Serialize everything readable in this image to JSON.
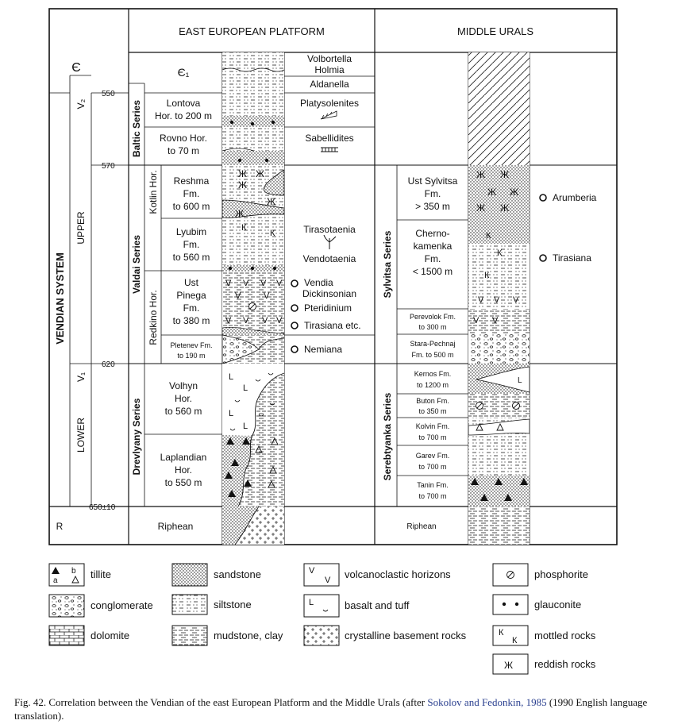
{
  "headers": {
    "platform": "EAST EUROPEAN PLATFORM",
    "urals": "MIDDLE URALS"
  },
  "system": {
    "cambrian_symbol": "Є",
    "vendian": "VENDIAN SYSTEM",
    "upper": "UPPER",
    "lower": "LOWER",
    "v2": "V₂",
    "v1": "V₁",
    "r": "R"
  },
  "ages": [
    "550",
    "570",
    "620",
    "650±10"
  ],
  "series": {
    "baltic": "Baltic Series",
    "valdai": "Valdai Series",
    "drevlyany": "Drevlyany Series",
    "sylvitsa": "Sylvitsa Series",
    "serebtyanka": "Serebtyanka Series"
  },
  "horizons": {
    "kotlin": "Kotlin Hor.",
    "redkino": "Redkino Hor."
  },
  "platform_units": {
    "cambrian": "Є₁",
    "lontova_1": "Lontova",
    "lontova_2": "Hor. to 200 m",
    "rovno_1": "Rovno Hor.",
    "rovno_2": "to 70 m",
    "reshma_1": "Reshma",
    "reshma_2": "Fm.",
    "reshma_3": "to 600 m",
    "lyubim_1": "Lyubim",
    "lyubim_2": "Fm.",
    "lyubim_3": "to 560 m",
    "ustp_1": "Ust",
    "ustp_2": "Pinega",
    "ustp_3": "Fm.",
    "ustp_4": "to 380 m",
    "pletenev_1": "Pletenev Fm.",
    "pletenev_2": "to 190 m",
    "volhyn_1": "Volhyn",
    "volhyn_2": "Hor.",
    "volhyn_3": "to 560 m",
    "lapland_1": "Laplandian",
    "lapland_2": "Hor.",
    "lapland_3": "to 550 m",
    "riphean": "Riphean"
  },
  "fossils": {
    "volbortella": "Volbortella",
    "holmia": "Holmia",
    "aldanella": "Aldanella",
    "platysolenites": "Platysolenites",
    "sabellidites": "Sabellidites",
    "tirasotaenia": "Tirasotaenia",
    "vendotaenia": "Vendotaenia",
    "vendia": "Vendia",
    "dickinsonian": "Dickinsonian",
    "pteridinium": "Pteridinium",
    "tirasiana_etc": "Tirasiana etc.",
    "nemiana": "Nemiana",
    "arumberia": "Arumberia",
    "tirasiana": "Tirasiana"
  },
  "urals_units": {
    "ust_1": "Ust Sylvitsa",
    "ust_2": "Fm.",
    "ust_3": "> 350 m",
    "chern_1": "Cherno-",
    "chern_2": "kamenka",
    "chern_3": "Fm.",
    "chern_4": "< 1500 m",
    "perevolok_1": "Perevolok Fm.",
    "perevolok_2": "to 300 m",
    "stara_1": "Stara-Pechnaj",
    "stara_2": "Fm. to 500 m",
    "kernos_1": "Kernos Fm.",
    "kernos_2": "to 1200 m",
    "buton_1": "Buton Fm.",
    "buton_2": "to 350 m",
    "kolvin_1": "Kolvin Fm.",
    "kolvin_2": "to 700 m",
    "garev_1": "Garev Fm.",
    "garev_2": "to 700 m",
    "tanin_1": "Tanin Fm.",
    "tanin_2": "to 700 m",
    "riphean": "Riphean"
  },
  "legend": {
    "tillite": "tillite",
    "tillite_a": "a",
    "tillite_b": "b",
    "conglomerate": "conglomerate",
    "dolomite": "dolomite",
    "sandstone": "sandstone",
    "siltstone": "siltstone",
    "mudstone": "mudstone, clay",
    "volcanoclastic": "volcanoclastic horizons",
    "basalt": "basalt and tuff",
    "crystalline": "crystalline basement rocks",
    "phosphorite": "phosphorite",
    "glauconite": "glauconite",
    "mottled": "mottled rocks",
    "reddish": "reddish rocks"
  },
  "caption": {
    "prefix": "Fig. 42. Correlation between the Vendian of the east European Platform and the Middle Urals (after ",
    "link": "Sokolov and Fedonkin, 1985",
    "suffix": " (1990 English language translation)."
  },
  "colors": {
    "ink": "#111111",
    "link": "#2a3f8f"
  }
}
